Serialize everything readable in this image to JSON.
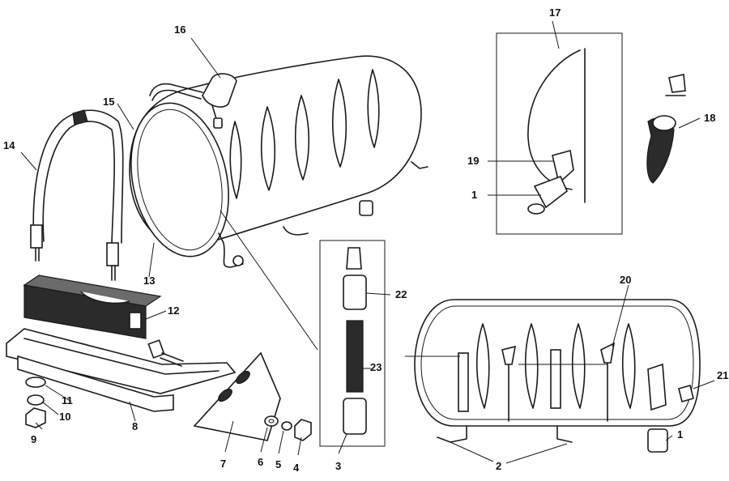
{
  "labels": {
    "l1a": "1",
    "l1b": "1",
    "l2": "2",
    "l3": "3",
    "l4": "4",
    "l5": "5",
    "l6": "6",
    "l7": "7",
    "l8": "8",
    "l9": "9",
    "l10": "10",
    "l11": "11",
    "l12": "12",
    "l13": "13",
    "l14": "14",
    "l15": "15",
    "l16": "16",
    "l17": "17",
    "l18": "18",
    "l19": "19",
    "l20": "20",
    "l21": "21",
    "l22": "22",
    "l23": "23"
  }
}
